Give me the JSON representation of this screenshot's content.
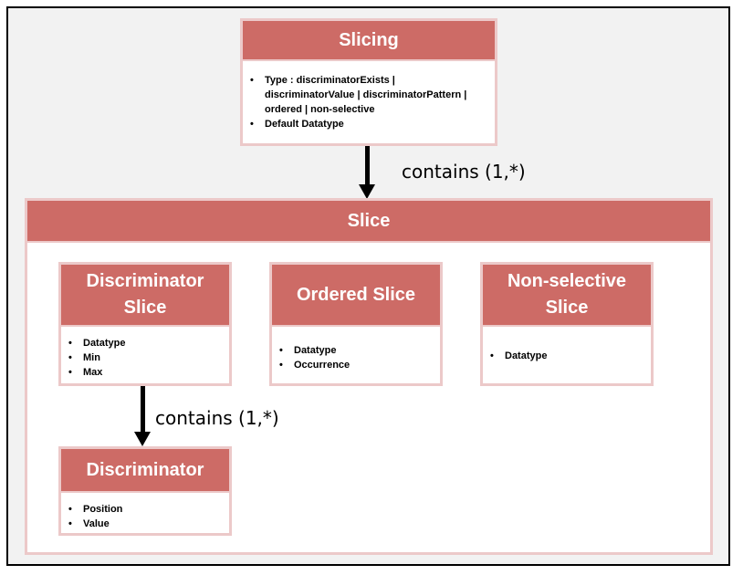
{
  "slicing": {
    "title": "Slicing",
    "attributes": [
      "Type : discriminatorExists | discriminatorValue | discriminatorPattern | ordered | non-selective",
      "Default Datatype"
    ]
  },
  "relation_top": {
    "label": "contains (1,*)"
  },
  "slice": {
    "title": "Slice",
    "children": {
      "discriminator_slice": {
        "title_line1": "Discriminator",
        "title_line2": "Slice",
        "attributes": [
          "Datatype",
          "Min",
          "Max"
        ]
      },
      "ordered_slice": {
        "title": "Ordered Slice",
        "attributes": [
          "Datatype",
          "Occurrence"
        ]
      },
      "non_selective_slice": {
        "title_line1": "Non-selective",
        "title_line2": "Slice",
        "attributes": [
          "Datatype"
        ]
      }
    }
  },
  "relation_inner": {
    "label": "contains (1,*)"
  },
  "discriminator": {
    "title": "Discriminator",
    "attributes": [
      "Position",
      "Value"
    ]
  }
}
